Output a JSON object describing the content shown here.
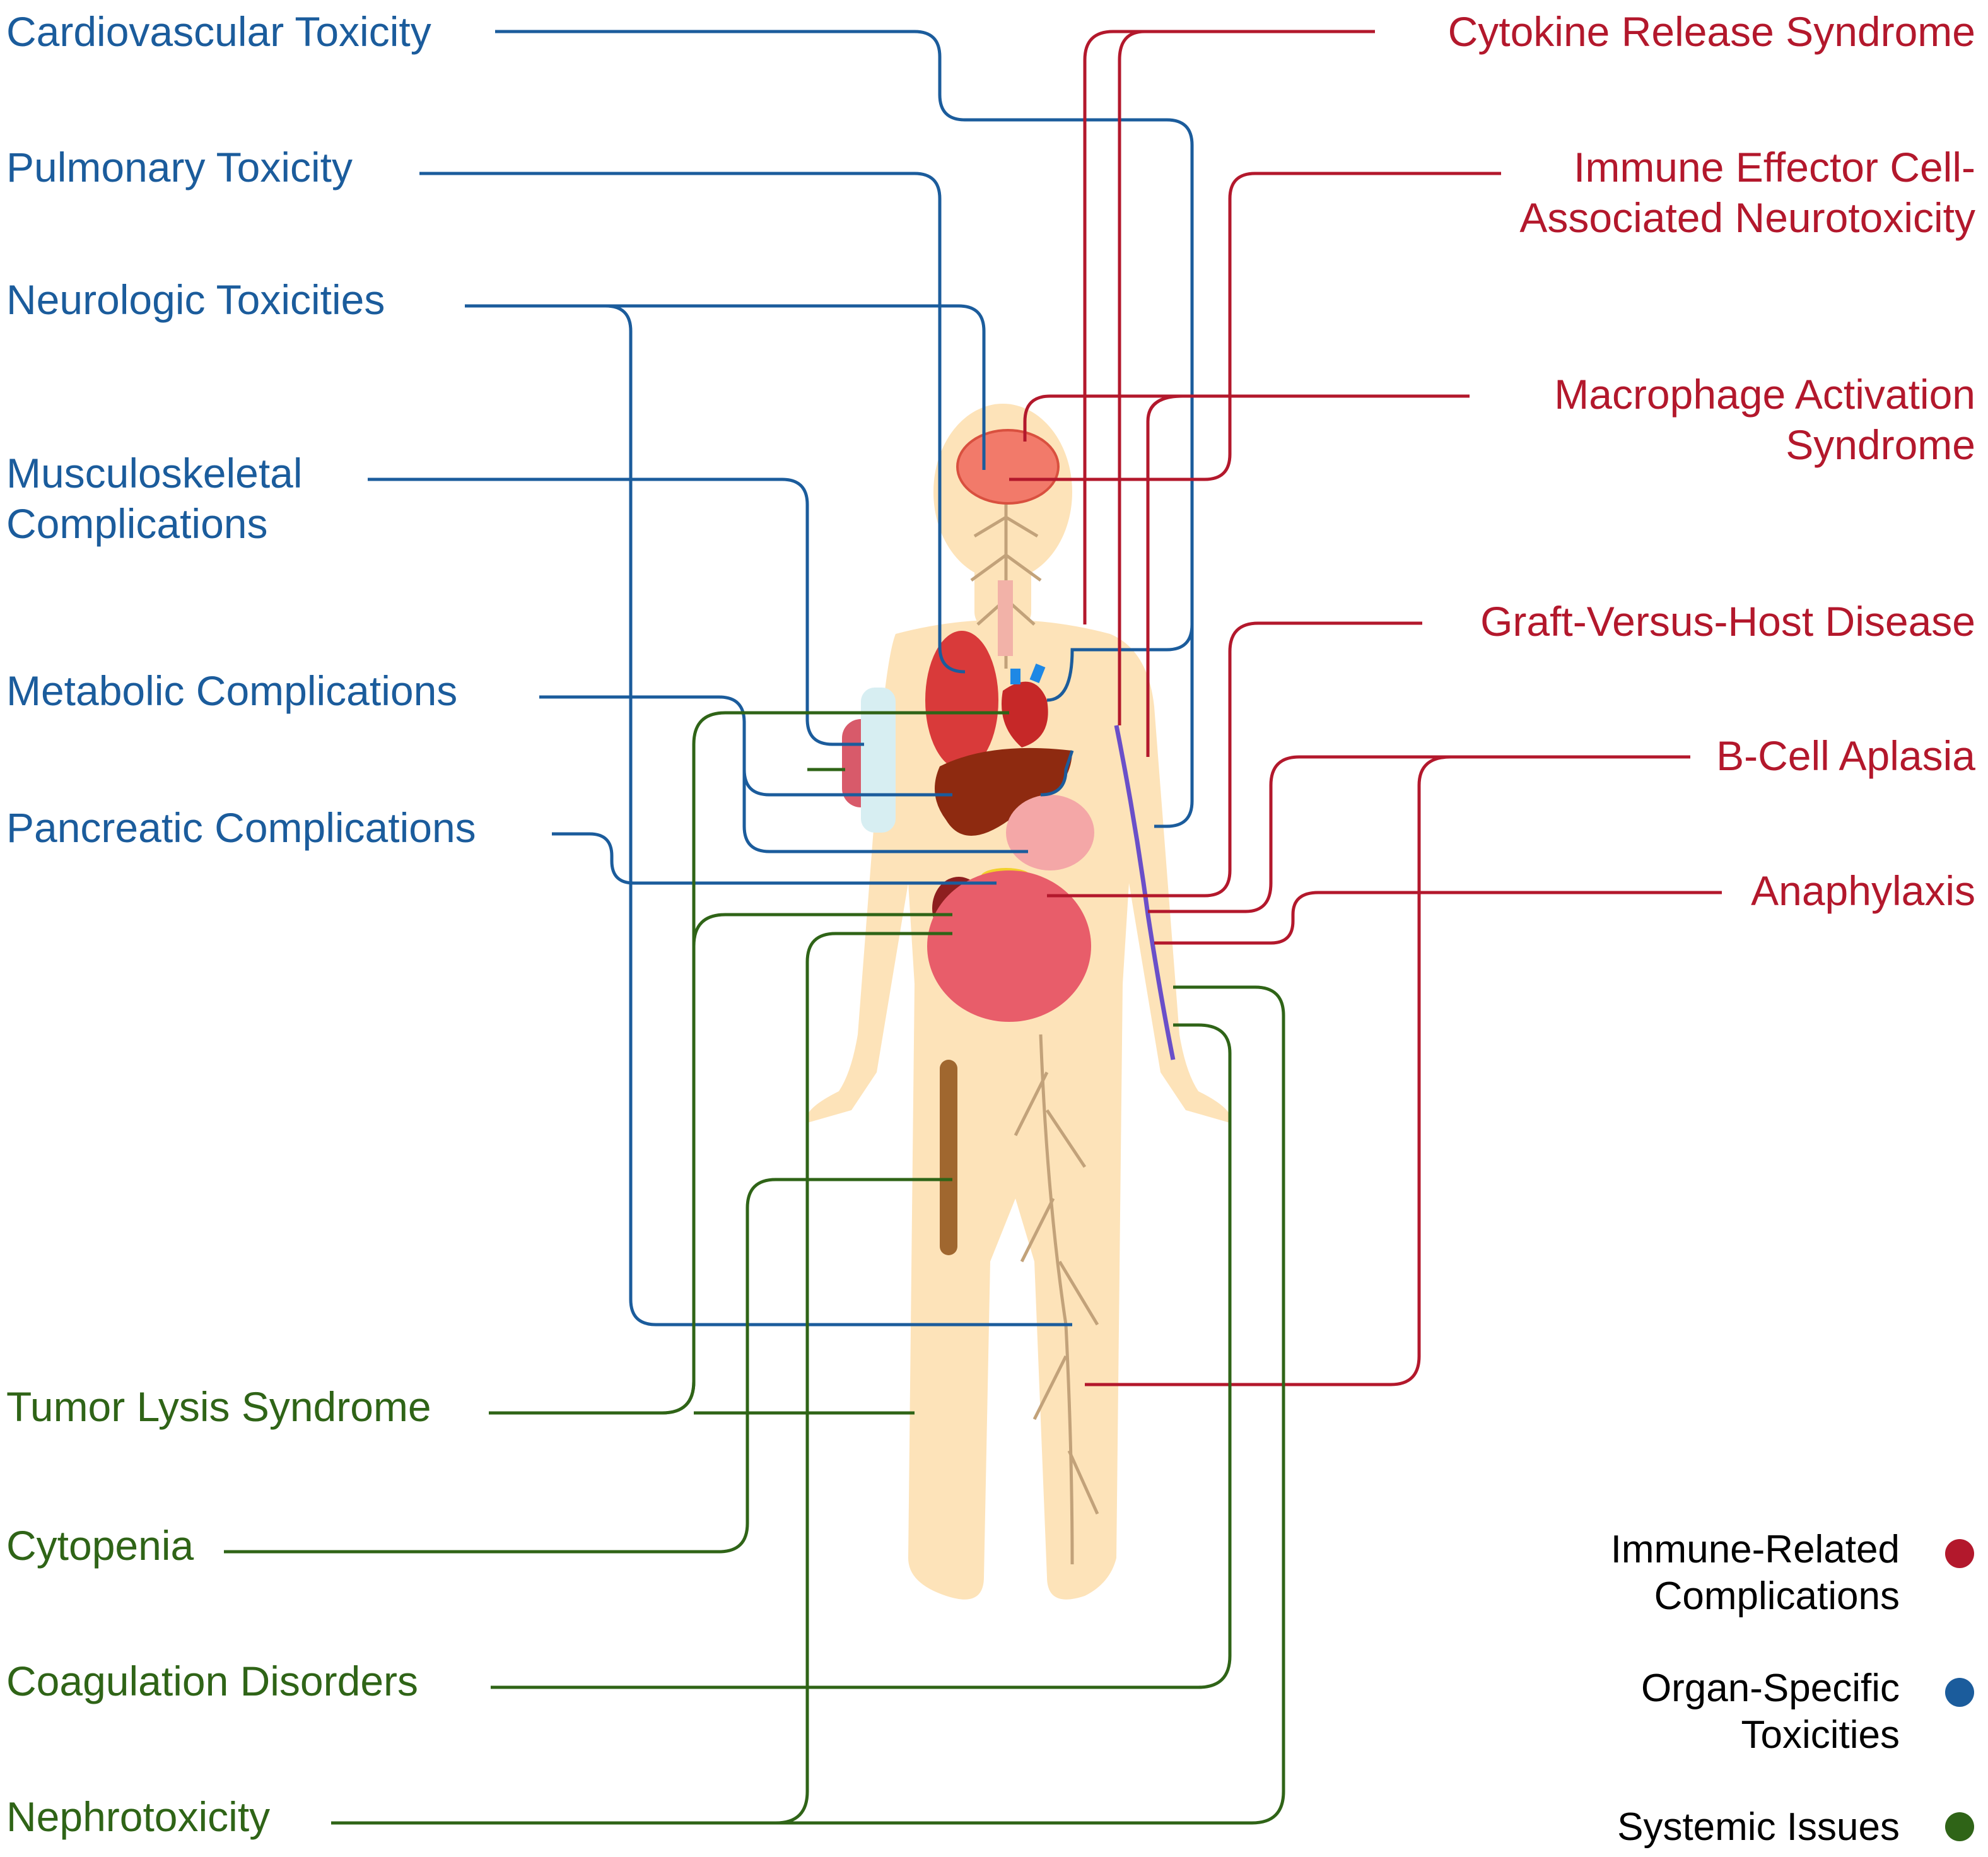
{
  "colors": {
    "immune": "#b3182c",
    "organ": "#1b5c9c",
    "systemic": "#2f6417",
    "skin": "#fde3b9",
    "nerve": "#c2a27a"
  },
  "left_labels": {
    "cardiovascular": [
      "Cardiovascular Toxicity"
    ],
    "pulmonary": [
      "Pulmonary Toxicity"
    ],
    "neurologic": [
      "Neurologic Toxicities"
    ],
    "musculoskeletal": [
      "Musculoskeletal",
      "Complications"
    ],
    "metabolic": [
      "Metabolic Complications"
    ],
    "pancreatic": [
      "Pancreatic Complications"
    ],
    "tumor_lysis": [
      "Tumor Lysis Syndrome"
    ],
    "cytopenia": [
      "Cytopenia"
    ],
    "coagulation": [
      "Coagulation Disorders"
    ],
    "nephrotoxicity": [
      "Nephrotoxicity"
    ]
  },
  "right_labels": {
    "crs": [
      "Cytokine Release Syndrome"
    ],
    "icans": [
      "Immune Effector Cell-",
      "Associated Neurotoxicity"
    ],
    "mas": [
      "Macrophage Activation",
      "Syndrome"
    ],
    "gvhd": [
      "Graft-Versus-Host Disease"
    ],
    "bcell": [
      "B-Cell Aplasia"
    ],
    "anaphylaxis": [
      "Anaphylaxis"
    ]
  },
  "legend": {
    "immune": [
      "Immune-Related",
      "Complications"
    ],
    "organ": [
      "Organ-Specific",
      "Toxicities"
    ],
    "systemic": [
      "Systemic Issues"
    ]
  }
}
